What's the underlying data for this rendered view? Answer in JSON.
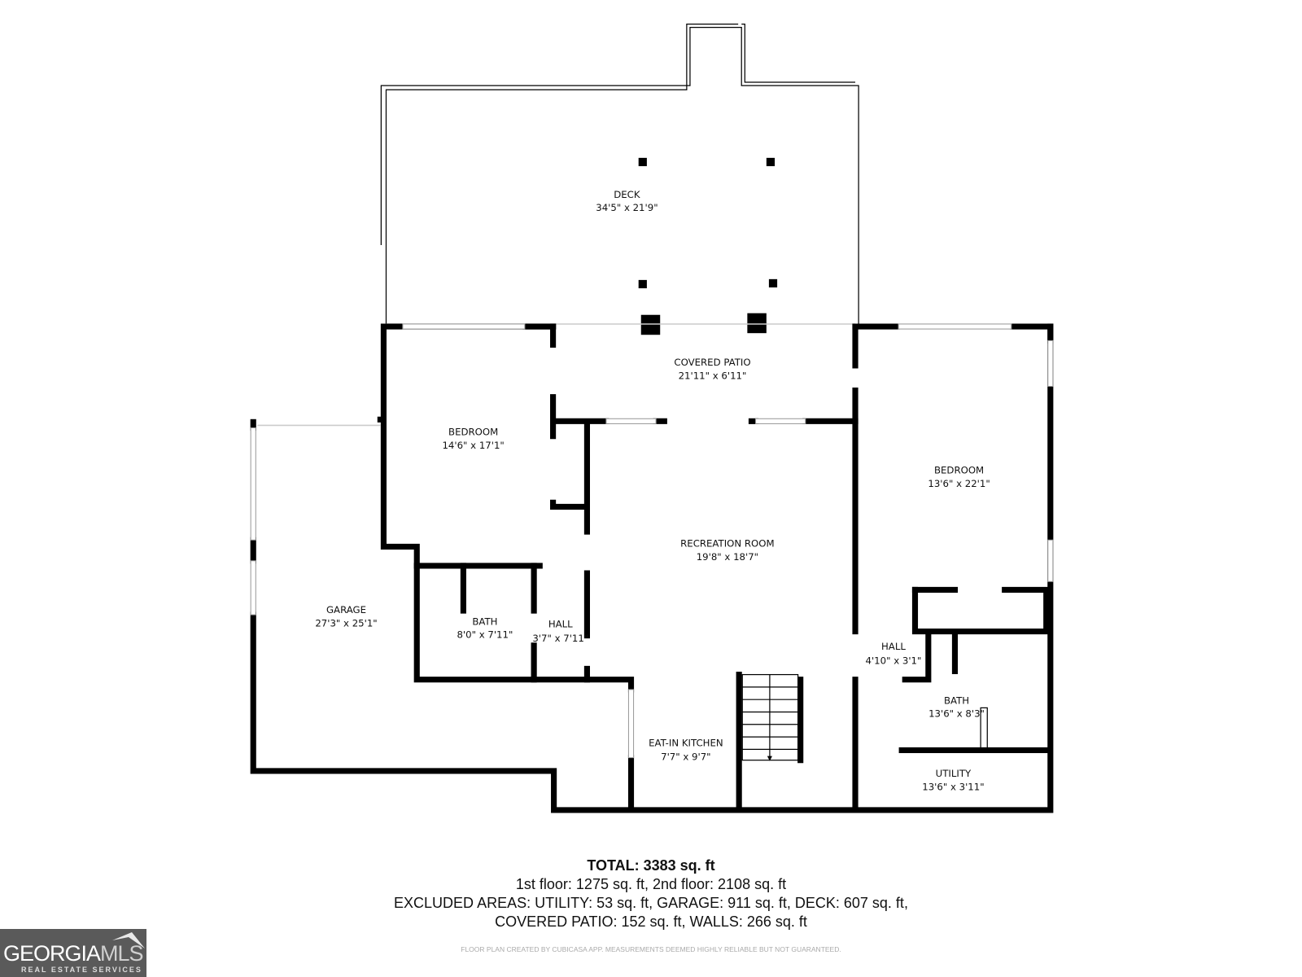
{
  "rooms": [
    {
      "name": "DECK",
      "dims": "34'5\" x 21'9\""
    },
    {
      "name": "COVERED PATIO",
      "dims": "21'11\" x 6'11\""
    },
    {
      "name": "BEDROOM",
      "dims": "14'6\" x 17'1\""
    },
    {
      "name": "BEDROOM",
      "dims": "13'6\" x 22'1\""
    },
    {
      "name": "RECREATION ROOM",
      "dims": "19'8\" x 18'7\""
    },
    {
      "name": "GARAGE",
      "dims": "27'3\" x 25'1\""
    },
    {
      "name": "BATH",
      "dims": "8'0\" x 7'11\""
    },
    {
      "name": "HALL",
      "dims": "3'7\" x 7'11\""
    },
    {
      "name": "HALL",
      "dims": "4'10\" x 3'1\""
    },
    {
      "name": "BATH",
      "dims": "13'6\" x 8'3\""
    },
    {
      "name": "EAT-IN KITCHEN",
      "dims": "7'7\" x 9'7\""
    },
    {
      "name": "UTILITY",
      "dims": "13'6\" x 3'11\""
    }
  ],
  "summary": {
    "total": "TOTAL: 3383 sq. ft",
    "floors": "1st floor: 1275 sq. ft, 2nd floor: 2108 sq. ft",
    "excluded_1": "EXCLUDED AREAS: UTILITY: 53 sq. ft, GARAGE: 911 sq. ft, DECK: 607 sq. ft,",
    "excluded_2": "COVERED PATIO: 152 sq. ft, WALLS: 266 sq. ft",
    "disclaimer": "FLOOR PLAN CREATED BY CUBICASA APP. MEASUREMENTS DEEMED HIGHLY RELIABLE BUT NOT GUARANTEED."
  },
  "logo": {
    "brand_a": "GEORGIA",
    "brand_b": "MLS",
    "tagline": "REAL ESTATE SERVICES"
  },
  "colors": {
    "wall": "#000000",
    "logo_bg": "#5a5a5a"
  }
}
